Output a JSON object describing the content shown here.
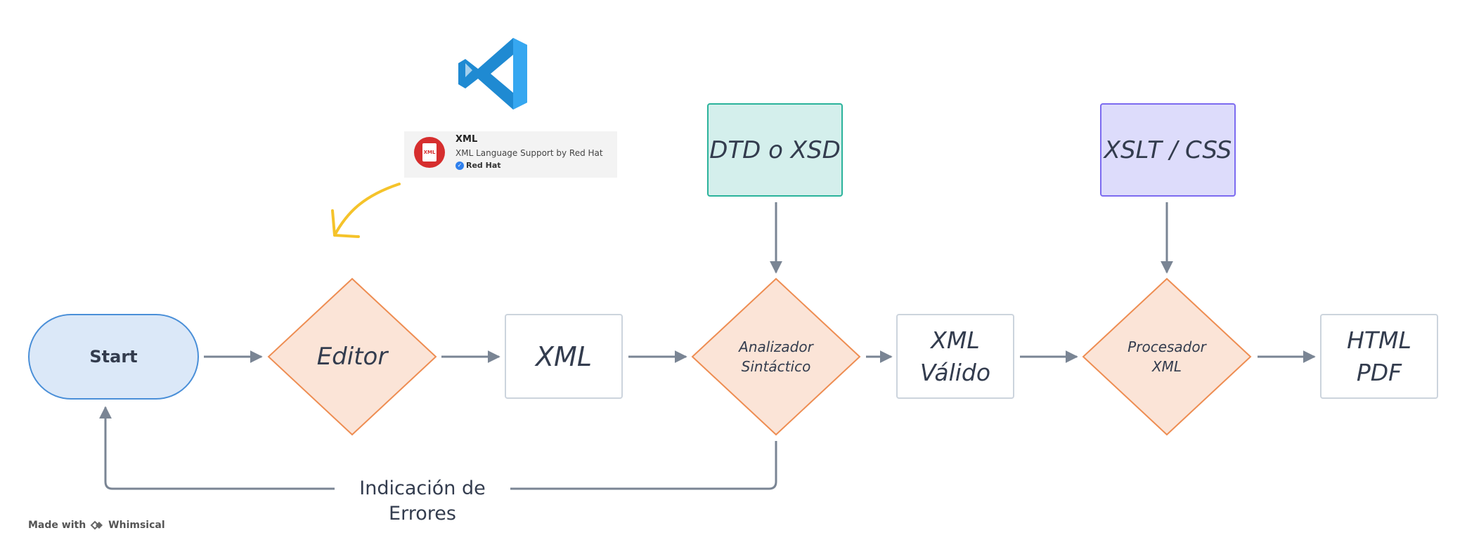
{
  "nodes": {
    "start": "Start",
    "editor": "Editor",
    "xml": "XML",
    "dtd": "DTD o XSD",
    "analyzer": "Analizador\nSintáctico",
    "valid_xml": "XML\nVálido",
    "xslt": "XSLT / CSS",
    "processor": "Procesador\nXML",
    "output": "HTML\nPDF"
  },
  "edges": {
    "error_label": "Indicación de Errores"
  },
  "extension_card": {
    "icon_text": "XML",
    "title": "XML",
    "description": "XML Language Support by Red Hat",
    "publisher": "Red Hat"
  },
  "logo": {
    "name": "vscode-logo-icon"
  },
  "footer": {
    "made_with": "Made with",
    "brand": "Whimsical"
  },
  "colors": {
    "edge": "#7a8594",
    "start_fill": "#dbe8f8",
    "start_border": "#4a8fd8",
    "diamond_fill": "#fbe4d7",
    "diamond_border": "#ee8d52",
    "dtd_fill": "#d4efec",
    "dtd_border": "#2bb39b",
    "xslt_fill": "#dddcfb",
    "xslt_border": "#7c6bf0",
    "hand_arrow": "#f5c32a"
  }
}
